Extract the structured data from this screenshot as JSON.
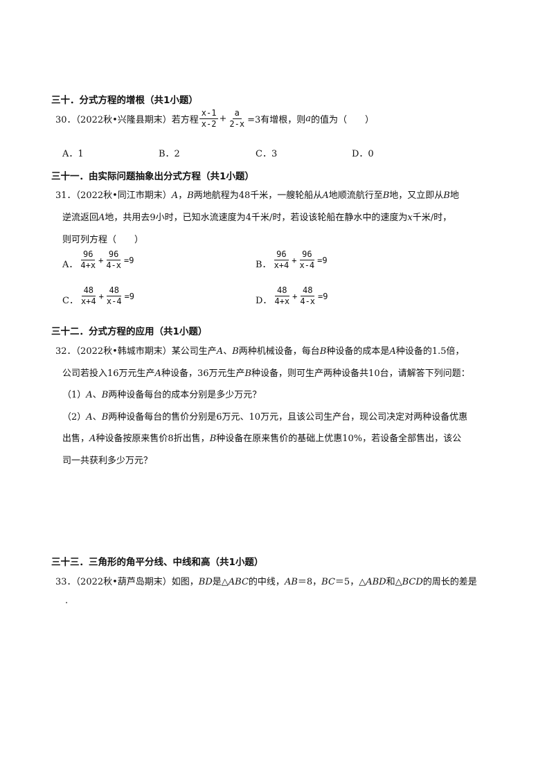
{
  "sections": {
    "s30": "三十．分式方程的增根（共1小题）",
    "s31": "三十一．由实际问题抽象出分式方程（共1小题）",
    "s32": "三十二．分式方程的应用（共1小题）",
    "s33": "三十三．三角形的角平分线、中线和高（共1小题）"
  },
  "q30": {
    "prefix": "30．（2022秋•兴隆县期末）若方程",
    "f1_num": "x-1",
    "f1_den": "x-2",
    "plus": "+",
    "f2_num": "a",
    "f2_den": "2-x",
    "eq": "=3有增根，则",
    "var": "a",
    "suffix": "的值为（　　）",
    "options": [
      "A．1",
      "B．2",
      "C．3",
      "D．0"
    ]
  },
  "q31": {
    "line1_a": "31．（2022秋•同江市期末）",
    "A": "A",
    "comma1": "，",
    "B": "B",
    "line1_b": "两地航程为48千米，一艘轮船从",
    "line1_c": "地顺流航行至",
    "line1_d": "地，又立即从",
    "line1_e": "地",
    "line2_a": "逆流返回",
    "line2_b": "地，共用去9小时，已知水流速度为4千米/时，若设该轮船在静水中的速度为",
    "x": "x",
    "line2_c": "千米/时，",
    "line3": "则可列方程（　　）",
    "optA": {
      "label": "A．",
      "n1": "96",
      "d1": "4+x",
      "n2": "96",
      "d2": "4-x",
      "rhs": "=9"
    },
    "optB": {
      "label": "B．",
      "n1": "96",
      "d1": "x+4",
      "n2": "96",
      "d2": "x-4",
      "rhs": "=9"
    },
    "optC": {
      "label": "C．",
      "n1": "48",
      "d1": "x+4",
      "n2": "48",
      "d2": "x-4",
      "rhs": "=9"
    },
    "optD": {
      "label": "D．",
      "n1": "48",
      "d1": "4+x",
      "n2": "48",
      "d2": "4-x",
      "rhs": "=9"
    },
    "plus": "+"
  },
  "q32": {
    "l1_a": "32．（2022秋•韩城市期末）某公司生产",
    "A": "A",
    "sep": "、",
    "B": "B",
    "l1_b": "两种机械设备，每台",
    "l1_c": "种设备的成本是",
    "l1_d": "种设备的1.5倍，",
    "l2_a": "公司若投入16万元生产",
    "l2_b": "种设备，36万元生产",
    "l2_c": "种设备，则可生产两种设备共10台，请解答下列问题：",
    "p1_a": "（1）",
    "p1_b": "两种设备每台的成本分别是多少万元？",
    "p2_a": "（2）",
    "p2_b": "两种设备每台的售价分别是6万元、10万元，且该公司生产台，现公司决定对两种设备优惠",
    "l5_a": "出售，",
    "l5_b": "种设备按原来售价8折出售，",
    "l5_c": "种设备在原来售价的基础上优惠10%，若设备全部售出，该公",
    "l6": "司一共获利多少万元？"
  },
  "q33": {
    "a": "33．（2022秋•葫芦岛期末）如图，",
    "BD": "BD",
    "b": "是△",
    "ABC": "ABC",
    "c": "的中线，",
    "AB": "AB",
    "d": "＝8，",
    "BC": "BC",
    "e": "＝5，△",
    "ABD": "ABD",
    "f": "和△",
    "BCD": "BCD",
    "g": "的周长的差是",
    "dot": "."
  }
}
